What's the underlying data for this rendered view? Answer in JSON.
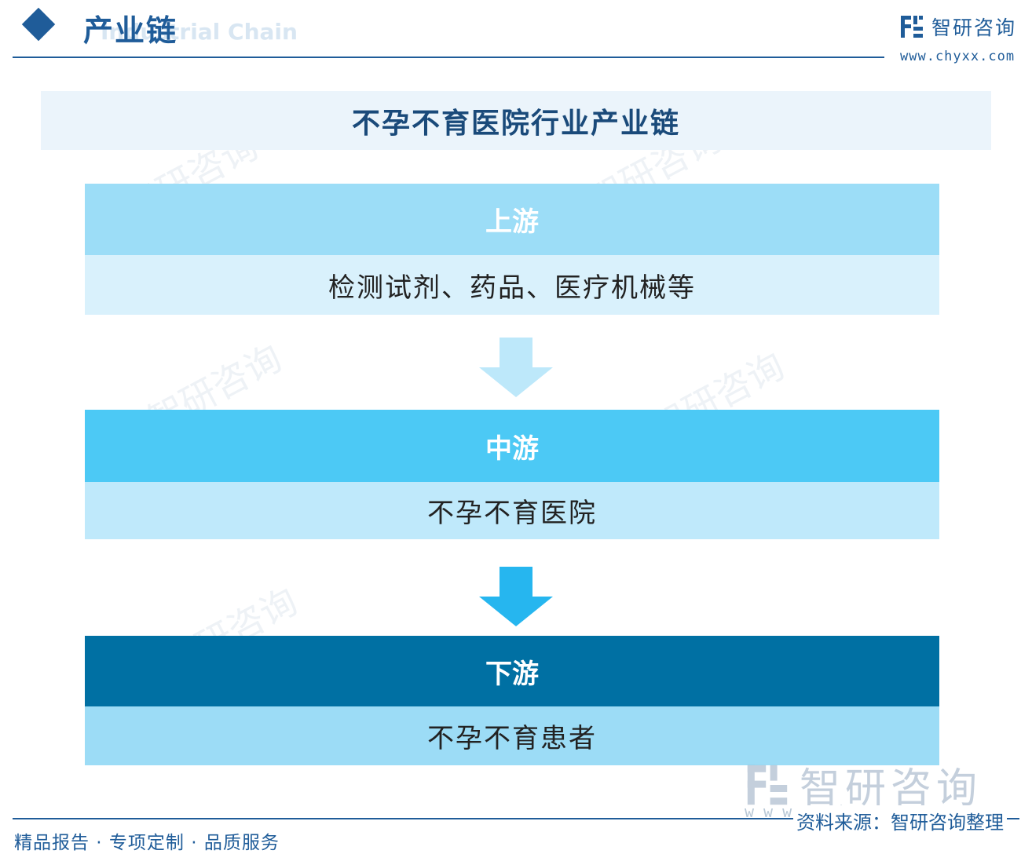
{
  "header": {
    "title": "产业链",
    "subtitle_en": "Industrial Chain"
  },
  "brand": {
    "name": "智研咨询",
    "url": "www.chyxx.com"
  },
  "diagram": {
    "title": "不孕不育医院行业产业链",
    "stages": [
      {
        "head": "上游",
        "body": "检测试剂、药品、医疗机械等"
      },
      {
        "head": "中游",
        "body": "不孕不育医院"
      },
      {
        "head": "下游",
        "body": "不孕不育患者"
      }
    ]
  },
  "watermark": {
    "name": "智研咨询",
    "url": "www.chyxx.com"
  },
  "footer": {
    "left": "精品报告 · 专项定制 · 品质服务",
    "source": "资料来源：智研咨询整理"
  },
  "colors": {
    "brand": "#1f5c99",
    "upstream_head": "#9cddf7",
    "midstream_head": "#4cc9f5",
    "downstream_head": "#0070a3"
  }
}
